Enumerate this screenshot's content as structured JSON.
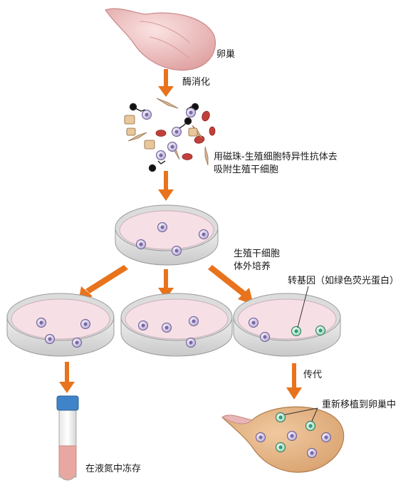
{
  "labels": {
    "ovary": "卵巢",
    "enzyme_digestion": "酶消化",
    "magnetic_bead_line1": "用磁珠-生殖细胞特异性抗体去",
    "magnetic_bead_line2": "吸附生殖干细胞",
    "culture_line1": "生殖干细胞",
    "culture_line2": "体外培养",
    "transgene": "转基因（如绿色荧光蛋白）",
    "passage": "传代",
    "retransplant": "重新移植到卵巢中",
    "cryo": "在液氮中冻存"
  },
  "colors": {
    "arrow": "#e8731c",
    "ovary_pink": "#ebb7b7",
    "dish_rim": "#d9d9d9",
    "dish_fill": "#f6e0e6",
    "cell_purple": "#8a76b2",
    "cell_green": "#2f9d74",
    "ovary_tan": "#e2b383",
    "tube_cap": "#3f84c8",
    "tube_liquid": "#e9a7a1"
  }
}
